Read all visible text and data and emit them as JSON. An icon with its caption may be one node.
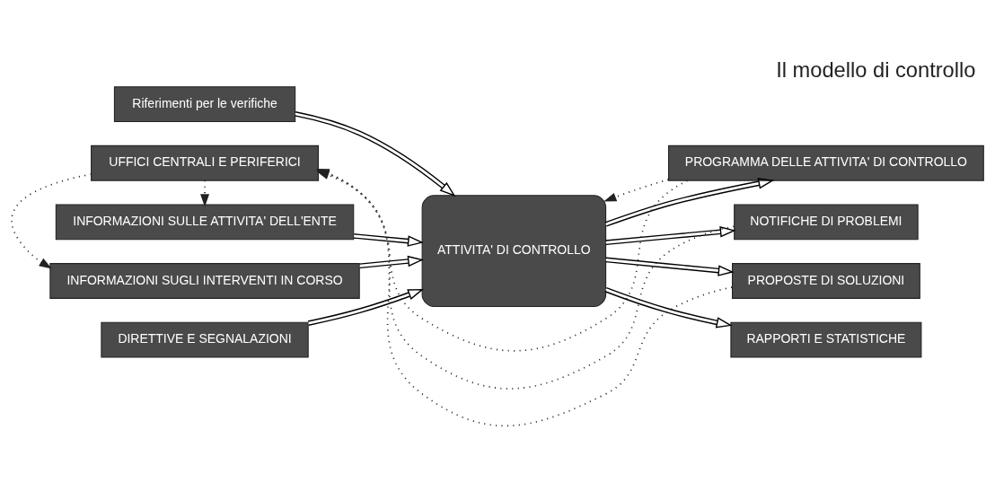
{
  "diagram": {
    "title": "Il modello di controllo",
    "nodes": [
      {
        "text": [
          "Riferimenti per le verifiche"
        ]
      },
      {
        "text": [
          "DIRETTIVE E SEGNALAZIONI"
        ]
      },
      {
        "text": [
          "INFORMAZIONI SULLE ATTIVITA' DELL'ENTE"
        ]
      },
      {
        "text": [
          "INFORMAZIONI SUGLI INTERVENTI IN CORSO"
        ]
      },
      {
        "text": [
          "ATTIVITA' DI CONTROLLO"
        ]
      },
      {
        "text": [
          "PROGRAMMA DELLE ATTIVITA' DI CONTROLLO"
        ]
      },
      {
        "text": [
          "NOTIFICHE DI PROBLEMI"
        ]
      },
      {
        "text": [
          "PROPOSTE DI SOLUZIONI"
        ]
      },
      {
        "text": [
          "RAPPORTI E STATISTICHE"
        ]
      },
      {
        "text": [
          "UFFICI CENTRALI E PERIFERICI"
        ]
      }
    ],
    "edges": [
      {
        "from": 0,
        "to": 4,
        "arrow": "to"
      },
      {
        "from": 5,
        "to": 4,
        "arrow": "to",
        "style": "dashed"
      },
      {
        "from": 1,
        "to": 4,
        "arrow": "to"
      },
      {
        "from": 2,
        "to": 4,
        "arrow": "to"
      },
      {
        "from": 3,
        "to": 4,
        "arrow": "to"
      },
      {
        "from": 4,
        "to": 5,
        "arrow": "to"
      },
      {
        "from": 4,
        "to": 6,
        "arrow": "to"
      },
      {
        "from": 4,
        "to": 7,
        "arrow": "to"
      },
      {
        "from": 4,
        "to": 8,
        "arrow": "to"
      },
      {
        "from": 5,
        "to": 9,
        "arrow": "to",
        "style": "dashed"
      },
      {
        "from": 6,
        "to": 9,
        "arrow": "to",
        "style": "dashed"
      },
      {
        "from": 7,
        "to": 9,
        "arrow": "to",
        "style": "dashed"
      },
      {
        "from": 9,
        "to": 2,
        "arrow": "to",
        "style": "dashed"
      },
      {
        "from": 9,
        "to": 3,
        "arrow": "to",
        "style": "dashed"
      }
    ]
  }
}
